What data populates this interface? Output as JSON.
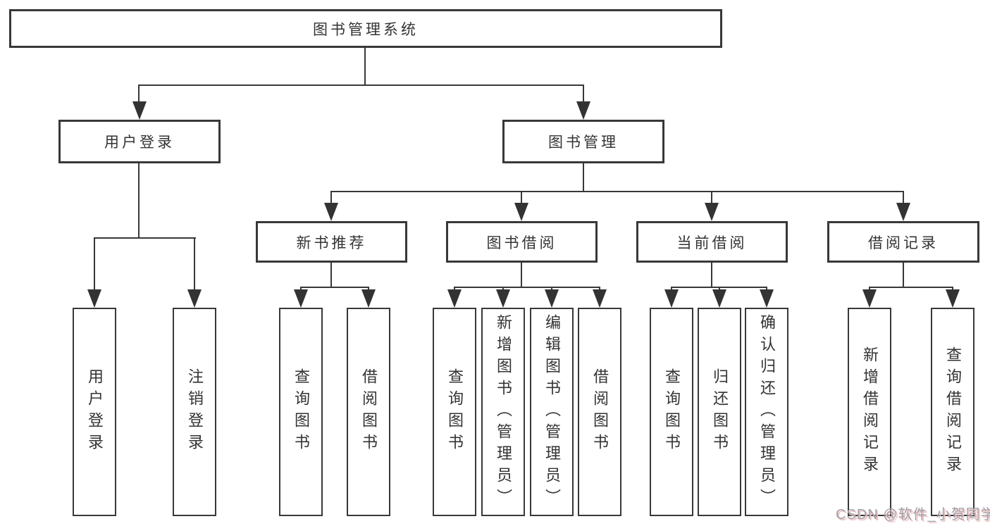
{
  "diagram": {
    "root": {
      "label": "图书管理系统"
    },
    "level2": [
      {
        "label": "用户登录"
      },
      {
        "label": "图书管理"
      }
    ],
    "level3": [
      {
        "label": "新书推荐"
      },
      {
        "label": "图书借阅"
      },
      {
        "label": "当前借阅"
      },
      {
        "label": "借阅记录"
      }
    ],
    "leaves": {
      "userLogin": [
        {
          "label": "用户登录"
        },
        {
          "label": "注销登录"
        }
      ],
      "newBooks": [
        {
          "label": "查询图书"
        },
        {
          "label": "借阅图书"
        }
      ],
      "bookBorrow": [
        {
          "label": "查询图书"
        },
        {
          "label": "新增图书（管理员）"
        },
        {
          "label": "编辑图书（管理员）"
        },
        {
          "label": "借阅图书"
        }
      ],
      "currentBorrow": [
        {
          "label": "查询图书"
        },
        {
          "label": "归还图书"
        },
        {
          "label": "确认归还（管理员）"
        }
      ],
      "borrowRecords": [
        {
          "label": "新增借阅记录"
        },
        {
          "label": "查询借阅记录"
        }
      ]
    },
    "colors": {
      "line": "#383838",
      "text": "#333333",
      "background": "#ffffff",
      "watermark_gray": "#9da1a9",
      "watermark_pink": "#f4bcbc"
    },
    "watermark": {
      "text": "CSDN @软件_小贺同学"
    }
  }
}
